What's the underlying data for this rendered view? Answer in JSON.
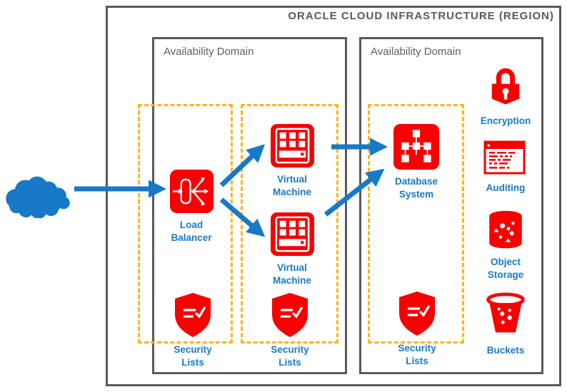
{
  "region": {
    "title": "ORACLE CLOUD INFRASTRUCTURE (REGION)"
  },
  "domains": {
    "left": {
      "label": "Availability Domain"
    },
    "right": {
      "label": "Availability Domain"
    }
  },
  "nodes": {
    "internet_cloud": {
      "icon": "cloud-icon"
    },
    "load_balancer": {
      "label": "Load Balancer",
      "icon": "load-balancer-icon"
    },
    "vm_top": {
      "label": "Virtual Machine",
      "icon": "virtual-machine-icon"
    },
    "vm_bottom": {
      "label": "Virtual Machine",
      "icon": "virtual-machine-icon"
    },
    "database_system": {
      "label": "Database System",
      "icon": "database-system-icon"
    },
    "security_list_1": {
      "label": "Security Lists",
      "icon": "security-shield-icon"
    },
    "security_list_2": {
      "label": "Security Lists",
      "icon": "security-shield-icon"
    },
    "security_list_3": {
      "label": "Security Lists",
      "icon": "security-shield-icon"
    },
    "encryption": {
      "label": "Encryption",
      "icon": "lock-icon"
    },
    "auditing": {
      "label": "Auditing",
      "icon": "audit-log-icon"
    },
    "object_storage": {
      "label": "Object Storage",
      "icon": "storage-cylinder-icon"
    },
    "buckets": {
      "label": "Buckets",
      "icon": "bucket-icon"
    }
  },
  "colors": {
    "red": "#F80000",
    "blue": "#1779C7",
    "gold": "#FDB515",
    "gray": "#595959"
  }
}
